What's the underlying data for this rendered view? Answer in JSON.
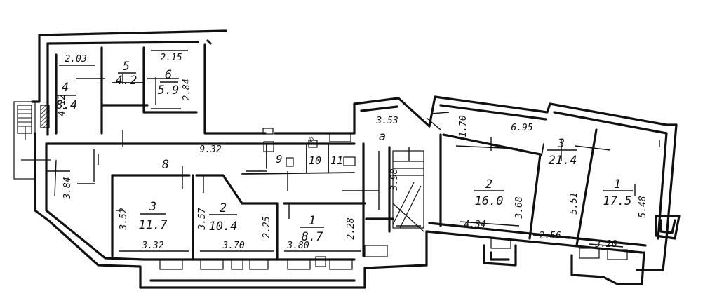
{
  "rooms": [
    {
      "id": "r4",
      "number": "4",
      "area": "8.4"
    },
    {
      "id": "r5",
      "number": "5",
      "area": "4.2"
    },
    {
      "id": "r6",
      "number": "6",
      "area": "5.9"
    },
    {
      "id": "r8",
      "number": "8",
      "area": ""
    },
    {
      "id": "r9",
      "number": "9",
      "area": ""
    },
    {
      "id": "r10",
      "number": "10",
      "area": ""
    },
    {
      "id": "r11",
      "number": "11",
      "area": ""
    },
    {
      "id": "ra",
      "number": "a",
      "area": ""
    },
    {
      "id": "l3",
      "number": "3",
      "area": "11.7"
    },
    {
      "id": "l2",
      "number": "2",
      "area": "10.4"
    },
    {
      "id": "l1",
      "number": "1",
      "area": "8.7"
    },
    {
      "id": "m2",
      "number": "2",
      "area": "16.0"
    },
    {
      "id": "m3",
      "number": "3",
      "area": "21.4"
    },
    {
      "id": "m1",
      "number": "1",
      "area": "17.5"
    }
  ],
  "dimensions": [
    "2.03",
    "2.15",
    "4.12",
    "2.84",
    "9.32",
    "3.84",
    "3.52",
    "3.57",
    "2.25",
    "2.28",
    "3.32",
    "3.70",
    "3.80",
    "3.53",
    "3.98",
    "1.70",
    "6.95",
    "3.68",
    "5.51",
    "5.48",
    "4.34",
    "2.56",
    "3.20"
  ],
  "small_marks": [
    "22"
  ],
  "colors": {
    "ink": "#111111",
    "paper": "#ffffff"
  }
}
